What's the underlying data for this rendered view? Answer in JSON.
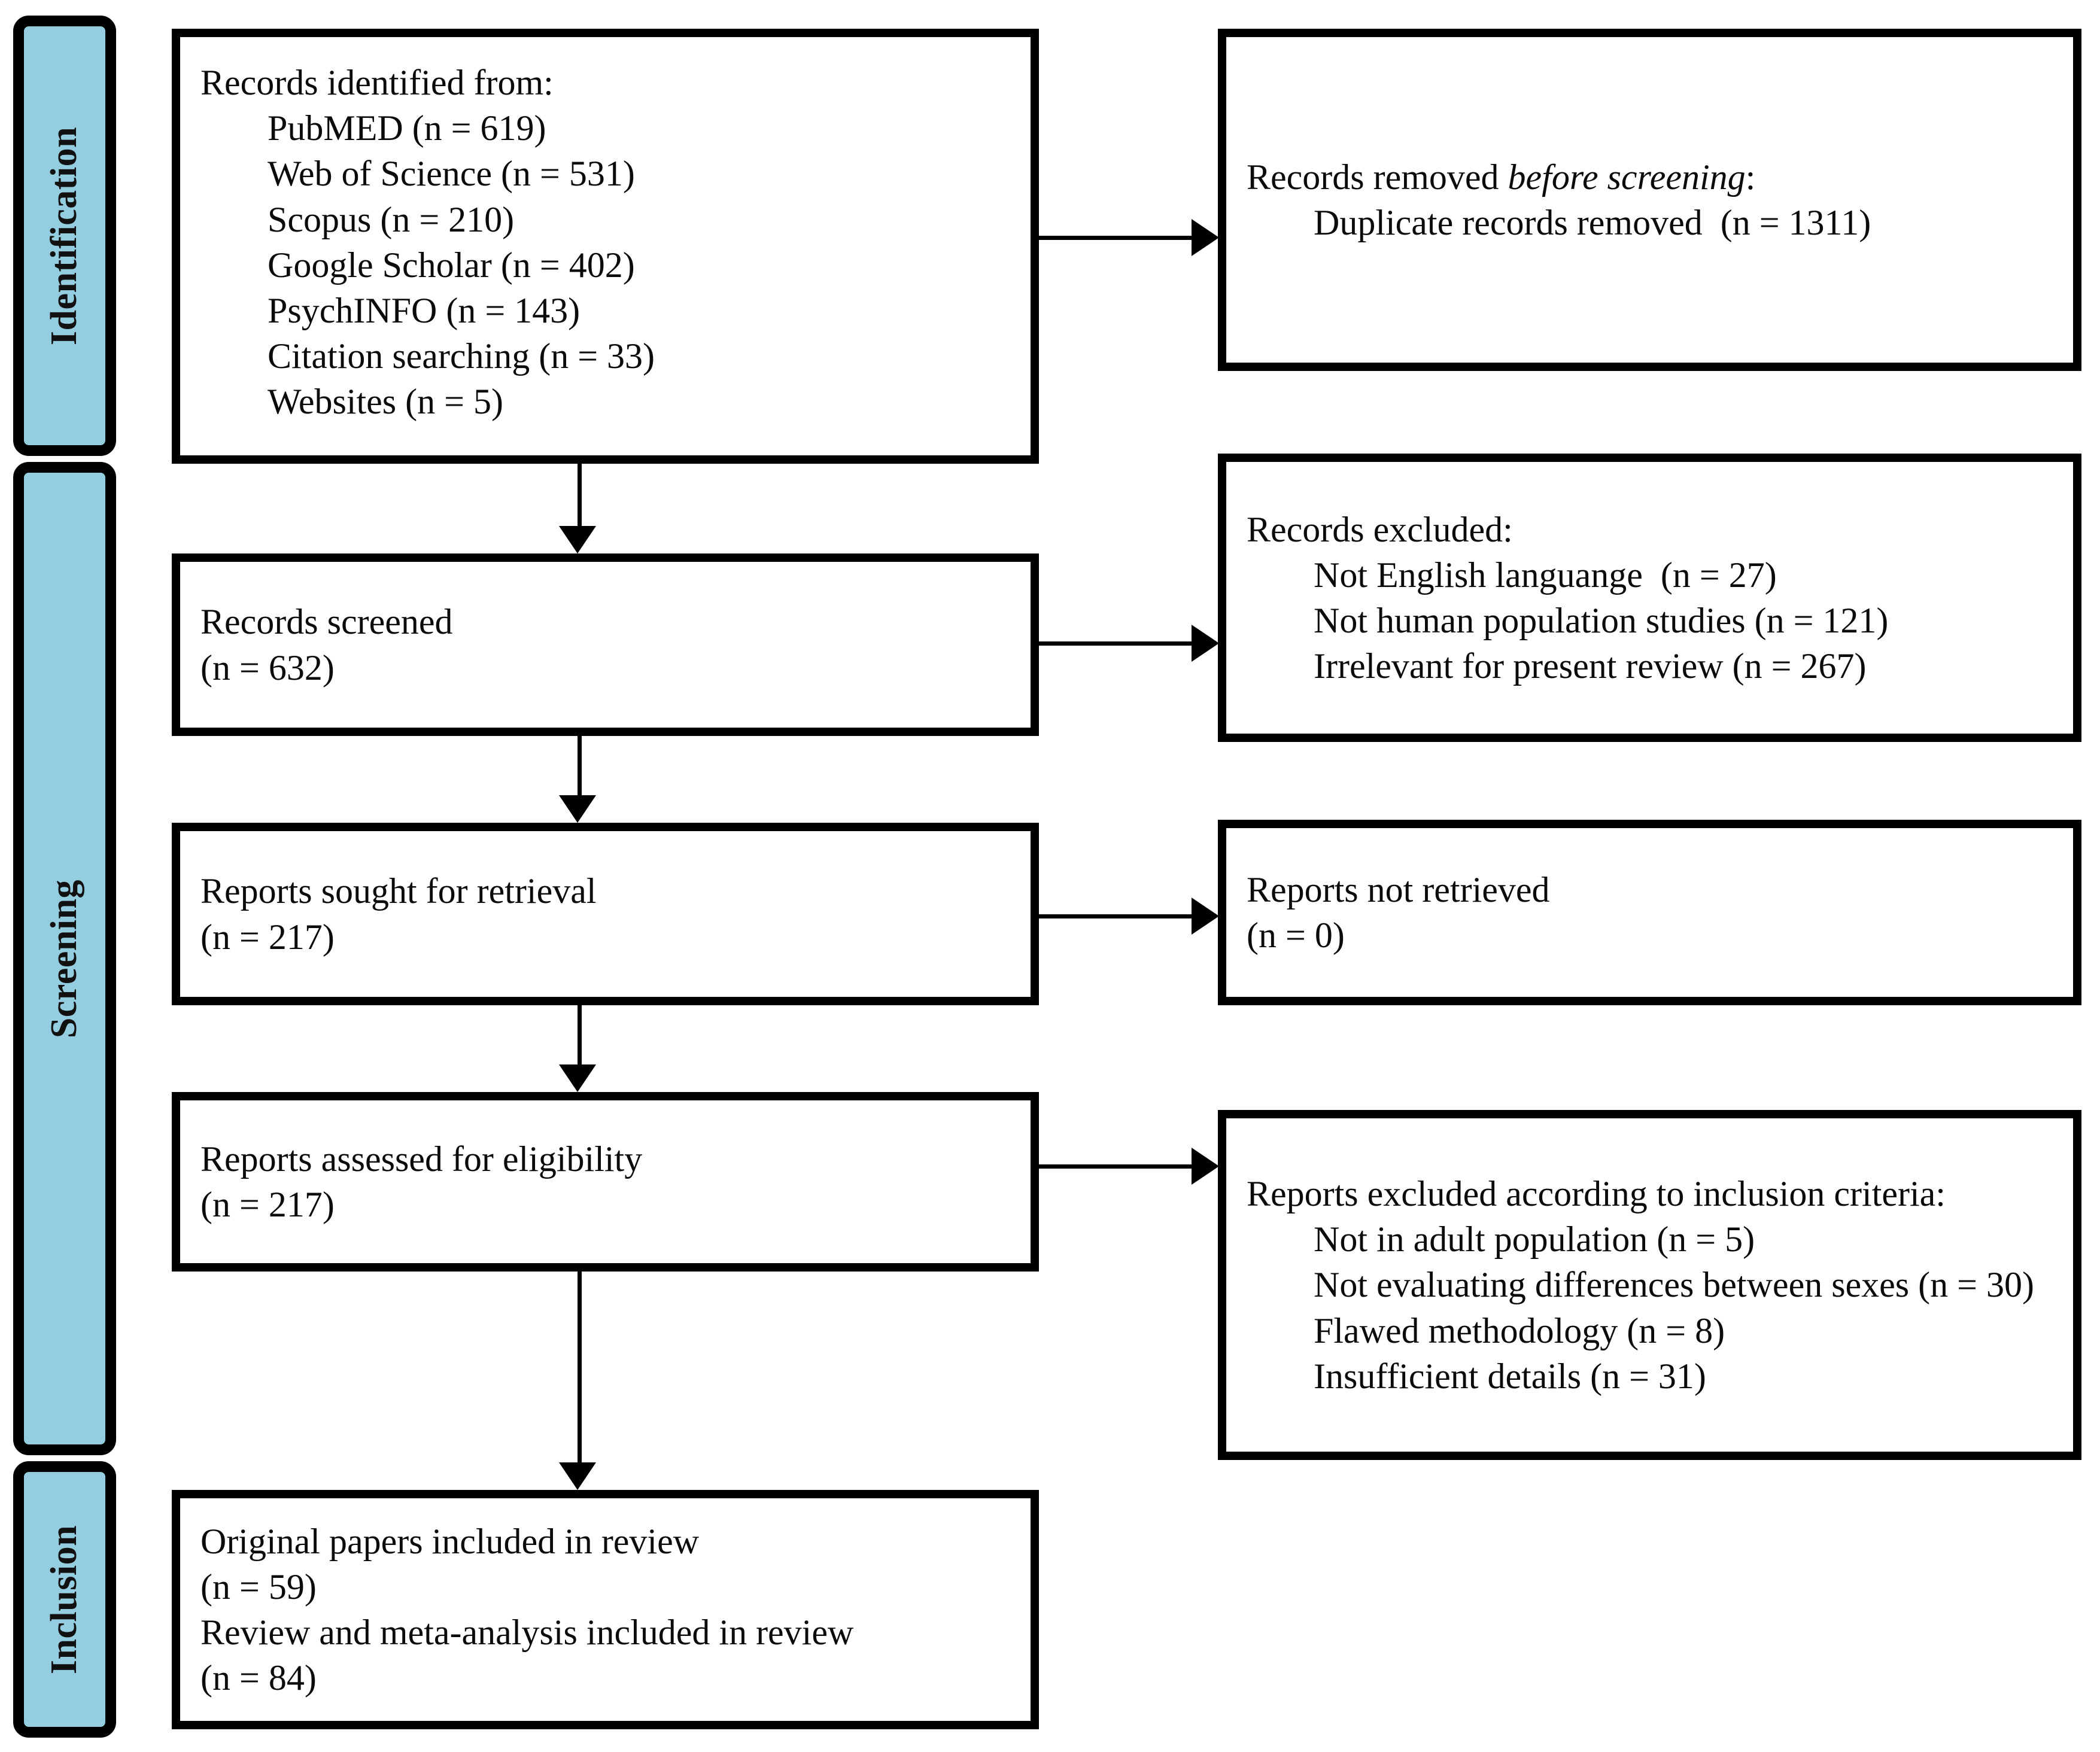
{
  "diagram": {
    "title": "PRISMA flow diagram",
    "accent_color": "#94cddf",
    "border_color": "#000000",
    "background_color": "#ffffff"
  },
  "stages": [
    {
      "label": "Identification"
    },
    {
      "label": "Screening"
    },
    {
      "label": "Inclusion"
    }
  ],
  "boxes": {
    "identification_records": {
      "heading": "Records identified from:",
      "items": [
        "PubMED (n = 619)",
        "Web of Science (n = 531)",
        "Scopus (n = 210)",
        "Google Scholar (n = 402)",
        "PsychINFO (n = 143)",
        "Citation searching (n = 33)",
        "Websites (n = 5)"
      ]
    },
    "records_removed": {
      "heading_prefix": "Records removed ",
      "heading_italic": "before screening",
      "heading_suffix": ":",
      "items": [
        "Duplicate records removed  (n = 1311)"
      ]
    },
    "records_screened": {
      "line1": "Records screened",
      "line2": "(n = 632)"
    },
    "records_excluded": {
      "heading": "Records excluded:",
      "items": [
        "Not English languange  (n = 27)",
        "Not human population studies (n = 121)",
        "Irrelevant for present review (n = 267)"
      ]
    },
    "reports_sought": {
      "line1": "Reports sought for retrieval",
      "line2": "(n = 217)"
    },
    "reports_not_retrieved": {
      "line1": "Reports not retrieved",
      "line2": "(n = 0)"
    },
    "reports_assessed": {
      "line1": "Reports assessed for eligibility",
      "line2": "(n = 217)"
    },
    "reports_excluded": {
      "heading": "Reports excluded according to inclusion criteria:",
      "items": [
        "Not in adult population (n = 5)",
        "Not evaluating differences between sexes (n = 30)",
        "Flawed methodology (n = 8)",
        "Insufficient details (n = 31)"
      ]
    },
    "included": {
      "line1": "Original papers included in review",
      "line2": "(n = 59)",
      "line3": "Review and meta-analysis included in review",
      "line4": "(n = 84)"
    }
  }
}
